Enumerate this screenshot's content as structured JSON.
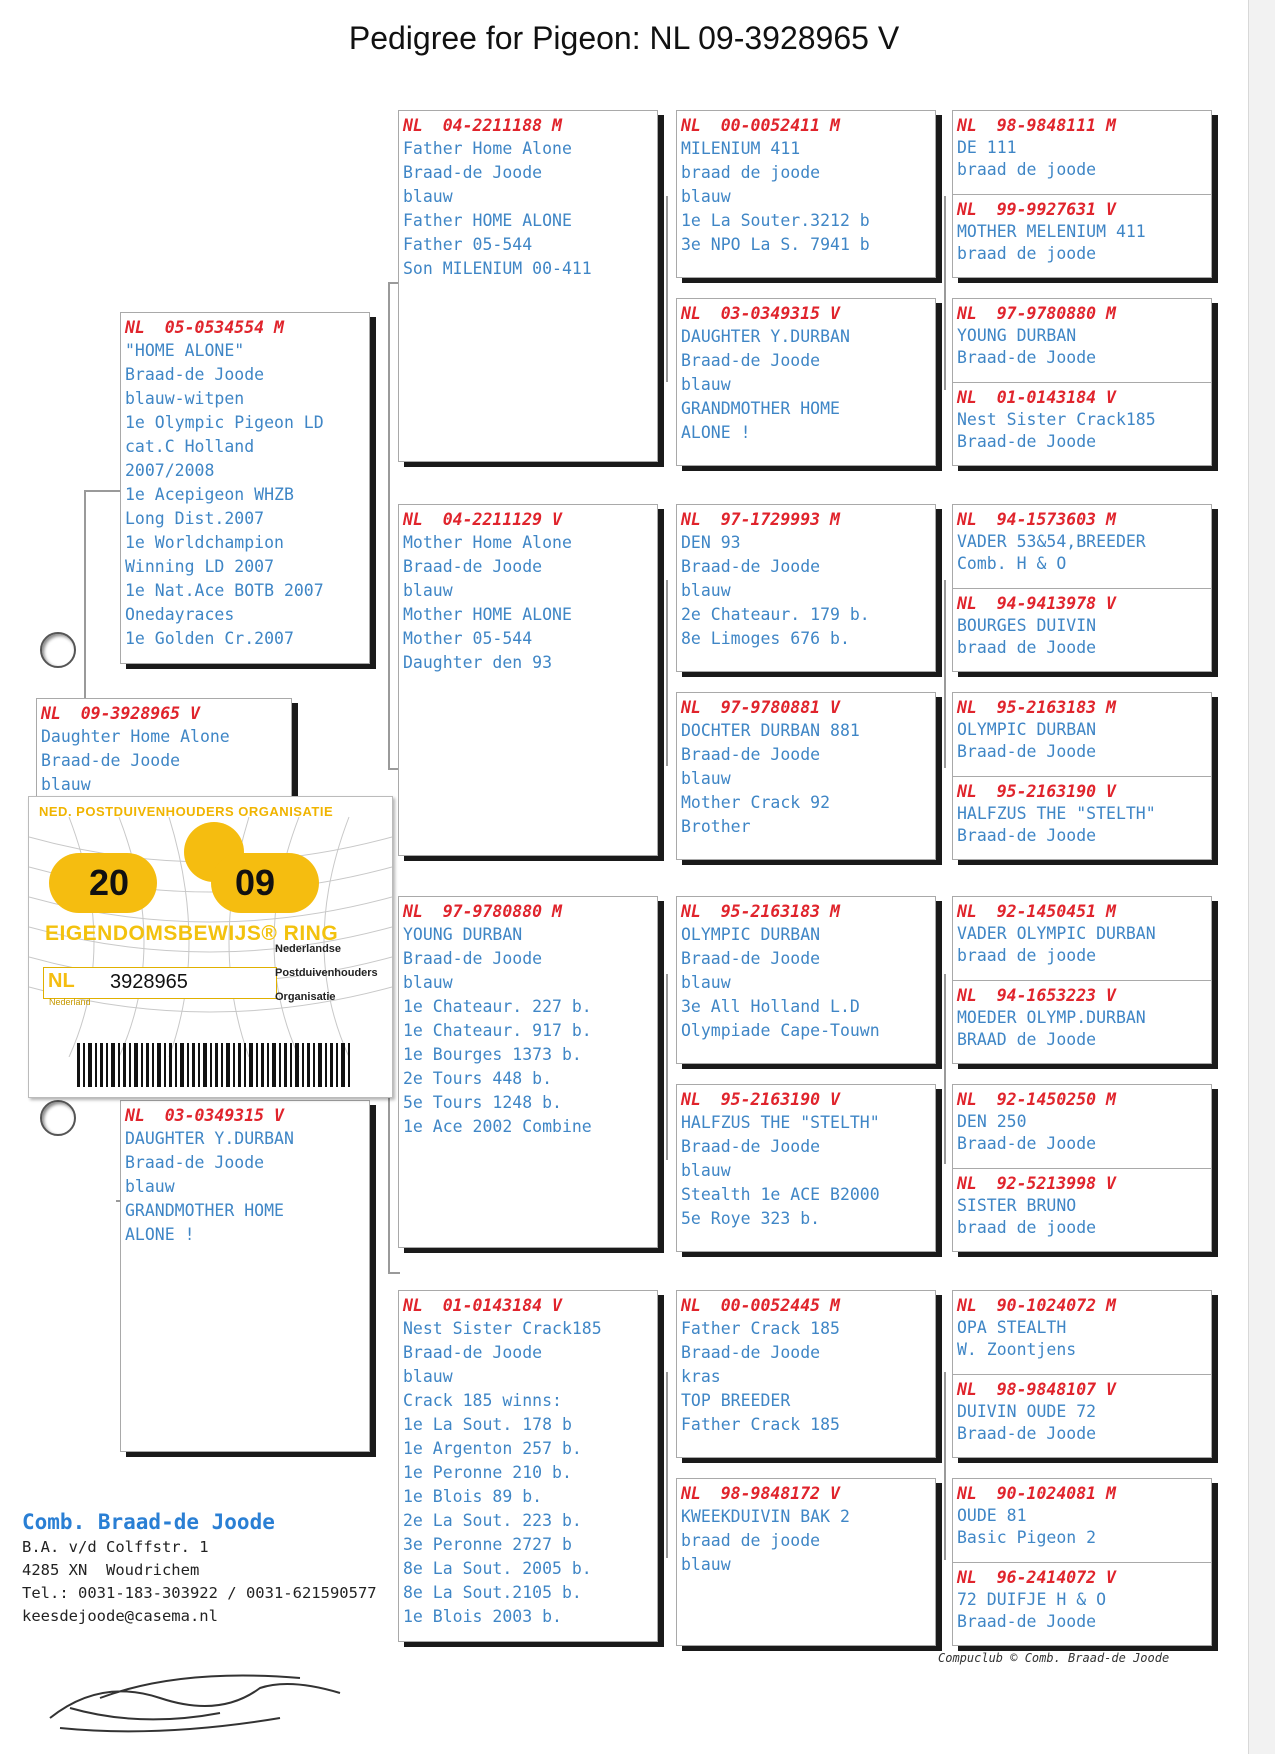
{
  "page_title": "Pedigree for Pigeon: NL  09-3928965 V",
  "cards": [
    {
      "id": "subject",
      "sections": [
        {
          "ring": "NL  09-3928965 V",
          "lines": [
            "Daughter Home Alone",
            "Braad-de Joode",
            "blauw"
          ]
        }
      ]
    },
    {
      "id": "father",
      "sections": [
        {
          "ring": "NL  05-0534554 M",
          "lines": [
            "\"HOME ALONE\"",
            "Braad-de Joode",
            "blauw-witpen",
            "1e Olympic Pigeon LD",
            "cat.C Holland",
            "2007/2008",
            "1e Acepigeon WHZB",
            "Long Dist.2007",
            "1e Worldchampion",
            "Winning LD 2007",
            "1e Nat.Ace BOTB 2007",
            "Onedayraces",
            "1e Golden Cr.2007"
          ]
        }
      ]
    },
    {
      "id": "mother",
      "sections": [
        {
          "ring": "NL  03-0349315 V",
          "lines": [
            "DAUGHTER Y.DURBAN",
            "Braad-de Joode",
            "blauw",
            "GRANDMOTHER HOME",
            "ALONE !"
          ]
        }
      ]
    },
    {
      "id": "ff",
      "sections": [
        {
          "ring": "NL  04-2211188 M",
          "lines": [
            "Father Home Alone",
            "Braad-de Joode",
            "blauw",
            "Father HOME ALONE",
            "Father 05-544",
            "Son MILENIUM 00-411"
          ]
        }
      ]
    },
    {
      "id": "fm",
      "sections": [
        {
          "ring": "NL  04-2211129 V",
          "lines": [
            "Mother Home Alone",
            "Braad-de Joode",
            "blauw",
            "Mother HOME ALONE",
            "Mother 05-544",
            "Daughter den 93"
          ]
        }
      ]
    },
    {
      "id": "mf",
      "sections": [
        {
          "ring": "NL  97-9780880 M",
          "lines": [
            "YOUNG DURBAN",
            "Braad-de Joode",
            "blauw",
            "1e Chateaur. 227 b.",
            "1e Chateaur. 917 b.",
            "1e Bourges 1373 b.",
            "2e Tours 448 b.",
            "5e Tours 1248 b.",
            "1e Ace 2002 Combine"
          ]
        }
      ]
    },
    {
      "id": "mm",
      "sections": [
        {
          "ring": "NL  01-0143184 V",
          "lines": [
            "Nest Sister Crack185",
            "Braad-de Joode",
            "blauw",
            "Crack 185 winns:",
            "1e La Sout. 178 b",
            "1e Argenton 257 b.",
            "1e Peronne 210 b.",
            "1e Blois 89 b.",
            "2e La Sout. 223 b.",
            "3e Peronne 2727 b",
            "8e La Sout. 2005 b.",
            "8e La Sout.2105 b.",
            "1e Blois 2003 b."
          ]
        }
      ]
    },
    {
      "id": "fff",
      "sections": [
        {
          "ring": "NL  00-0052411 M",
          "lines": [
            "MILENIUM 411",
            "braad de joode",
            "blauw",
            "1e La Souter.3212 b",
            "3e NPO La S. 7941 b"
          ]
        }
      ]
    },
    {
      "id": "ffm",
      "sections": [
        {
          "ring": "NL  03-0349315 V",
          "lines": [
            "DAUGHTER Y.DURBAN",
            "Braad-de Joode",
            "blauw",
            "GRANDMOTHER HOME",
            "ALONE !"
          ]
        }
      ]
    },
    {
      "id": "fmf",
      "sections": [
        {
          "ring": "NL  97-1729993 M",
          "lines": [
            "DEN 93",
            "Braad-de Joode",
            "blauw",
            "2e Chateaur. 179 b.",
            "8e Limoges 676 b."
          ]
        }
      ]
    },
    {
      "id": "fmm",
      "sections": [
        {
          "ring": "NL  97-9780881 V",
          "lines": [
            "DOCHTER DURBAN 881",
            "Braad-de Joode",
            "blauw",
            "Mother Crack 92",
            "Brother"
          ]
        }
      ]
    },
    {
      "id": "mff",
      "sections": [
        {
          "ring": "NL  95-2163183 M",
          "lines": [
            "OLYMPIC DURBAN",
            "Braad-de Joode",
            "blauw",
            "3e All Holland L.D",
            "Olympiade Cape-Touwn"
          ]
        }
      ]
    },
    {
      "id": "mfm",
      "sections": [
        {
          "ring": "NL  95-2163190 V",
          "lines": [
            "HALFZUS THE \"STELTH\"",
            "Braad-de Joode",
            "blauw",
            "Stealth 1e ACE B2000",
            "5e Roye 323 b."
          ]
        }
      ]
    },
    {
      "id": "mmf",
      "sections": [
        {
          "ring": "NL  00-0052445 M",
          "lines": [
            "Father Crack 185",
            "Braad-de Joode",
            "kras",
            "TOP BREEDER",
            "Father Crack 185"
          ]
        }
      ]
    },
    {
      "id": "mmm",
      "sections": [
        {
          "ring": "NL  98-9848172 V",
          "lines": [
            "KWEEKDUIVIN BAK 2",
            "braad de joode",
            "blauw"
          ]
        }
      ]
    },
    {
      "id": "g1",
      "sections": [
        {
          "ring": "NL  98-9848111 M",
          "lines": [
            "DE 111",
            "braad de joode"
          ]
        },
        {
          "ring": "NL  99-9927631 V",
          "lines": [
            "MOTHER MELENIUM 411",
            "braad de joode"
          ]
        }
      ]
    },
    {
      "id": "g2",
      "sections": [
        {
          "ring": "NL  97-9780880 M",
          "lines": [
            "YOUNG DURBAN",
            "Braad-de Joode"
          ]
        },
        {
          "ring": "NL  01-0143184 V",
          "lines": [
            "Nest Sister Crack185",
            "Braad-de Joode"
          ]
        }
      ]
    },
    {
      "id": "g3",
      "sections": [
        {
          "ring": "NL  94-1573603 M",
          "lines": [
            "VADER 53&54,BREEDER",
            "Comb. H & O"
          ]
        },
        {
          "ring": "NL  94-9413978 V",
          "lines": [
            "BOURGES DUIVIN",
            "braad de Joode"
          ]
        }
      ]
    },
    {
      "id": "g4",
      "sections": [
        {
          "ring": "NL  95-2163183 M",
          "lines": [
            "OLYMPIC DURBAN",
            "Braad-de Joode"
          ]
        },
        {
          "ring": "NL  95-2163190 V",
          "lines": [
            "HALFZUS THE \"STELTH\"",
            "Braad-de Joode"
          ]
        }
      ]
    },
    {
      "id": "g5",
      "sections": [
        {
          "ring": "NL  92-1450451 M",
          "lines": [
            "VADER OLYMPIC DURBAN",
            "braad de joode"
          ]
        },
        {
          "ring": "NL  94-1653223 V",
          "lines": [
            "MOEDER OLYMP.DURBAN",
            "BRAAD de Joode"
          ]
        }
      ]
    },
    {
      "id": "g6",
      "sections": [
        {
          "ring": "NL  92-1450250 M",
          "lines": [
            "DEN 250",
            "Braad-de Joode"
          ]
        },
        {
          "ring": "NL  92-5213998 V",
          "lines": [
            "SISTER BRUNO",
            "braad de joode"
          ]
        }
      ]
    },
    {
      "id": "g7",
      "sections": [
        {
          "ring": "NL  90-1024072 M",
          "lines": [
            "OPA STEALTH",
            "W. Zoontjens"
          ]
        },
        {
          "ring": "NL  98-9848107 V",
          "lines": [
            "DUIVIN OUDE 72",
            "Braad-de Joode"
          ]
        }
      ]
    },
    {
      "id": "g8",
      "sections": [
        {
          "ring": "NL  90-1024081 M",
          "lines": [
            "OUDE 81",
            "Basic Pigeon 2"
          ]
        },
        {
          "ring": "NL  96-2414072 V",
          "lines": [
            "72 DUIFJE H & O",
            "Braad-de Joode"
          ]
        }
      ]
    }
  ],
  "breeder": {
    "name": "Comb. Braad-de Joode",
    "lines": [
      "B.A. v/d Colffstr. 1",
      "4285 XN  Woudrichem",
      "Tel.: 0031-183-303922 / 0031-621590577",
      "keesdejoode@casema.nl"
    ]
  },
  "footer": "Compuclub © Comb. Braad-de Joode",
  "ring_label": {
    "header": "NED. POSTDUIVENHOUDERS ORGANISATIE",
    "year_left": "20",
    "year_right": "09",
    "ownership_text": "EIGENDOMSBEWIJS® RING",
    "country": "NL",
    "ring_number": "3928965",
    "org_lines": [
      "Nederlandse",
      "Postduivenhouders",
      "Organisatie"
    ],
    "sub_text": "Nederland"
  },
  "colors": {
    "ring_red": "#e0242c",
    "text_blue": "#3f86c6",
    "label_yellow": "#f5bd10",
    "breeder_blue": "#2a7fd4"
  }
}
